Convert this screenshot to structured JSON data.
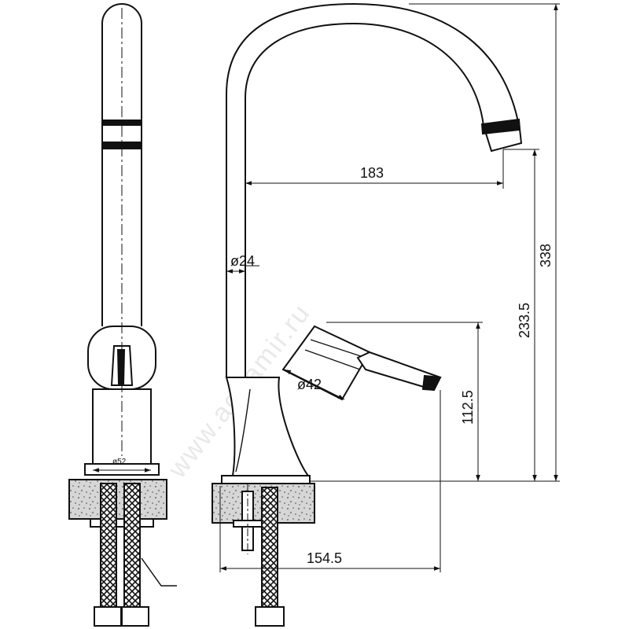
{
  "watermark": "www.aquamir.ru",
  "dimensions": {
    "spout_reach": "183",
    "spout_diameter": "ø24",
    "body_diameter": "ø42",
    "base_diameter": "ø52",
    "total_height": "338",
    "spout_outlet_height": "233.5",
    "handle_height": "112.5",
    "base_to_handle_tip": "154.5"
  }
}
